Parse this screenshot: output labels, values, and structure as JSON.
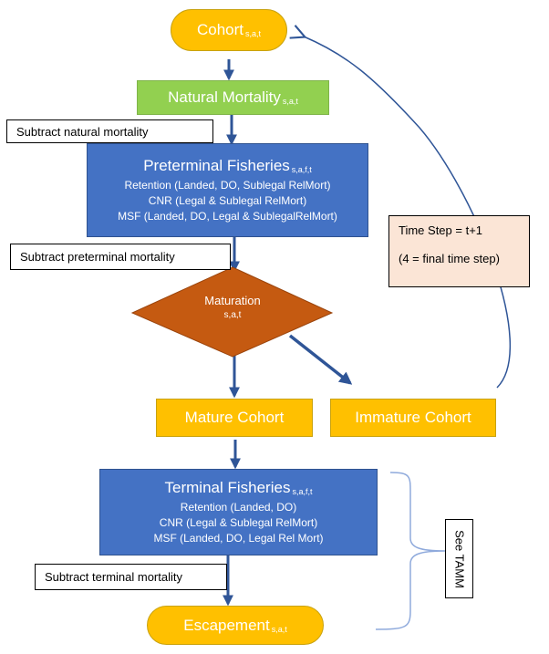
{
  "nodes": {
    "cohort": {
      "label": "Cohort",
      "sub": "s,a,t"
    },
    "natural_mortality": {
      "label": "Natural Mortality",
      "sub": "s,a,t"
    },
    "preterminal": {
      "label": "Preterminal Fisheries",
      "sub": "s,a,f,t",
      "lines": [
        "Retention (Landed,  DO, Sublegal RelMort)",
        "CNR (Legal & Sublegal RelMort)",
        "MSF (Landed, DO, Legal & SublegalRelMort)"
      ]
    },
    "maturation": {
      "label": "Maturation",
      "sub": "s,a,t"
    },
    "mature_cohort": {
      "label": "Mature Cohort"
    },
    "immature_cohort": {
      "label": "Immature Cohort"
    },
    "terminal": {
      "label": "Terminal Fisheries",
      "sub": "s,a,f,t",
      "lines": [
        "Retention (Landed,  DO)",
        "CNR (Legal & Sublegal RelMort)",
        "MSF (Landed, DO, Legal Rel Mort)"
      ]
    },
    "escapement": {
      "label": "Escapement",
      "sub": "s,a,t"
    }
  },
  "notes": {
    "subtract_natural": "Subtract natural mortality",
    "subtract_preterminal": "Subtract preterminal  mortality",
    "subtract_terminal": "Subtract terminal mortality",
    "time_step_line1": "Time Step = t+1",
    "time_step_line2": "(4 = final time step)",
    "see_tamm": "See TAMM"
  },
  "colors": {
    "orange": "#ffc000",
    "green": "#92d050",
    "blue": "#4472c4",
    "diamond": "#c55a11",
    "peach": "#fbe5d6",
    "arrow": "#2f5597"
  }
}
